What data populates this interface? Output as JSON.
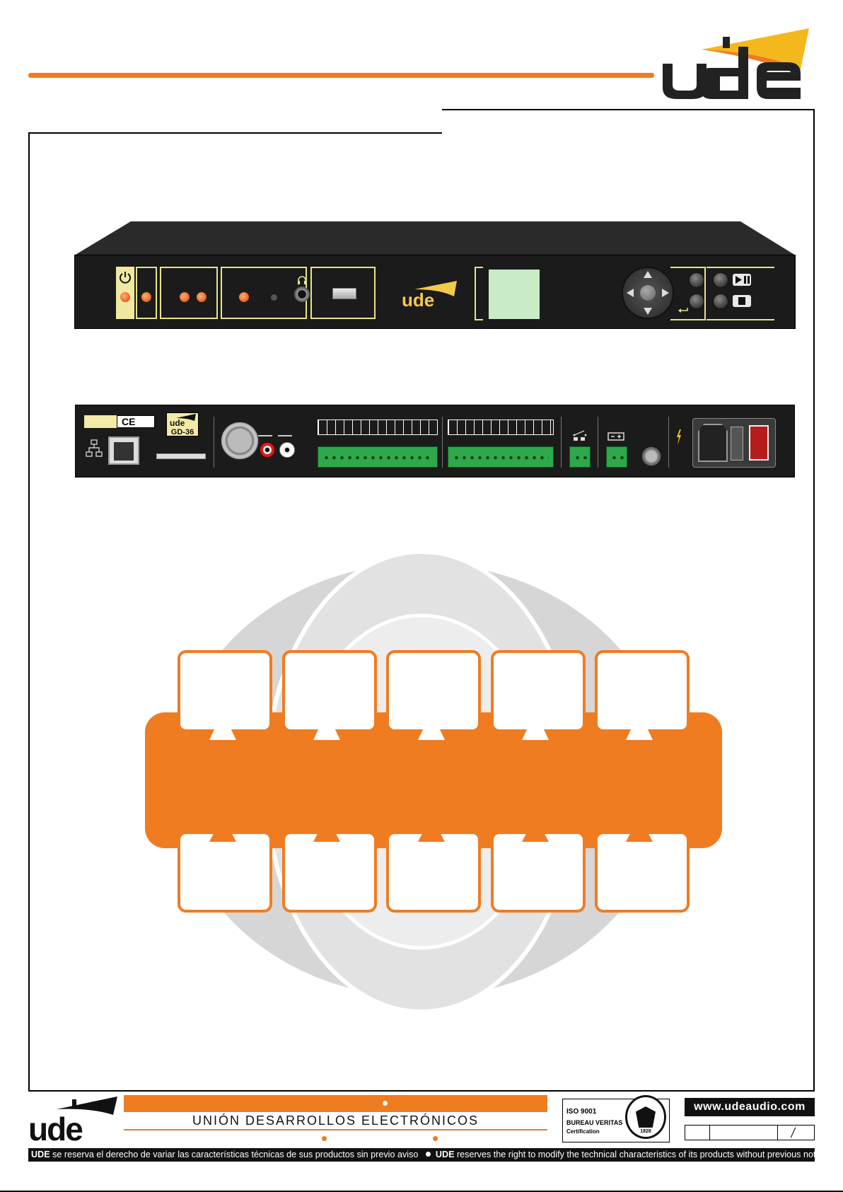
{
  "header": {
    "brand_logo": "ude-logo",
    "accent_color": "#f07c22"
  },
  "front_panel": {
    "icons": [
      "power-icon",
      "headphones-icon",
      "usb-port",
      "arrow-up-icon",
      "arrow-down-icon",
      "arrow-left-icon",
      "arrow-right-icon",
      "back-icon",
      "play-pause-icon",
      "stop-icon"
    ],
    "lcd_color": "#c9ecc7"
  },
  "rear_panel": {
    "model_label": "GD-36",
    "ce_mark": "CE",
    "icons": [
      "network-icon",
      "lightning-icon",
      "relay-icon",
      "battery-icon"
    ]
  },
  "footer": {
    "company_name": "UNIÓN DESARROLLOS ELECTRÓNICOS",
    "iso_line1": "ISO 9001",
    "iso_line2": "BUREAU VERITAS",
    "iso_line3": "Certification",
    "bv_year": "1828",
    "website": "www.udeaudio.com",
    "notice_es_brand": "UDE",
    "notice_es_text": " se reserva el derecho de variar las características técnicas de sus productos sin previo aviso",
    "notice_en_brand": "UDE",
    "notice_en_text": " reserves the right to modify the technical characteristics of its products without previous notice"
  }
}
